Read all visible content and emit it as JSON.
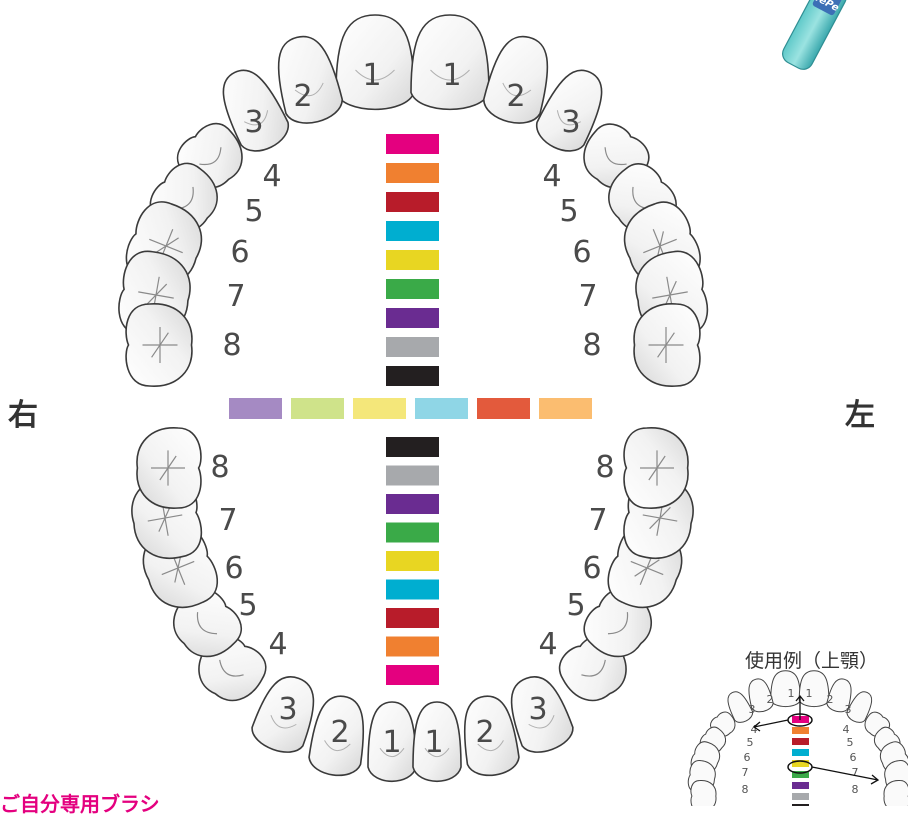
{
  "labels": {
    "right": "右",
    "left": "左",
    "example_title": "使用例（上顎）",
    "bottom_title_fragment": "ご自分専用ブラシ"
  },
  "upper_numbers_right": [
    "1",
    "2",
    "3",
    "4",
    "5",
    "6",
    "7",
    "8"
  ],
  "upper_numbers_left": [
    "1",
    "2",
    "3",
    "4",
    "5",
    "6",
    "7",
    "8"
  ],
  "lower_numbers_right": [
    "1",
    "2",
    "3",
    "4",
    "5",
    "6",
    "7",
    "8"
  ],
  "lower_numbers_left": [
    "1",
    "2",
    "3",
    "4",
    "5",
    "6",
    "7",
    "8"
  ],
  "inset_numbers": [
    "1",
    "2",
    "3",
    "4",
    "5",
    "6",
    "7",
    "8"
  ],
  "upper_swatch_colors": [
    "#e4007f",
    "#f08030",
    "#b81c2a",
    "#00aed0",
    "#e8d622",
    "#3aaa48",
    "#6a2c91",
    "#a7a9ac",
    "#231f20"
  ],
  "lower_swatch_colors": [
    "#231f20",
    "#a7a9ac",
    "#6a2c91",
    "#3aaa48",
    "#e8d622",
    "#00aed0",
    "#b81c2a",
    "#f08030",
    "#e4007f"
  ],
  "middle_swatch_colors": [
    "#a58ac3",
    "#cfe38a",
    "#f4e77a",
    "#8fd6e6",
    "#e35a3c",
    "#fbbd70"
  ],
  "product_label": "TePe"
}
